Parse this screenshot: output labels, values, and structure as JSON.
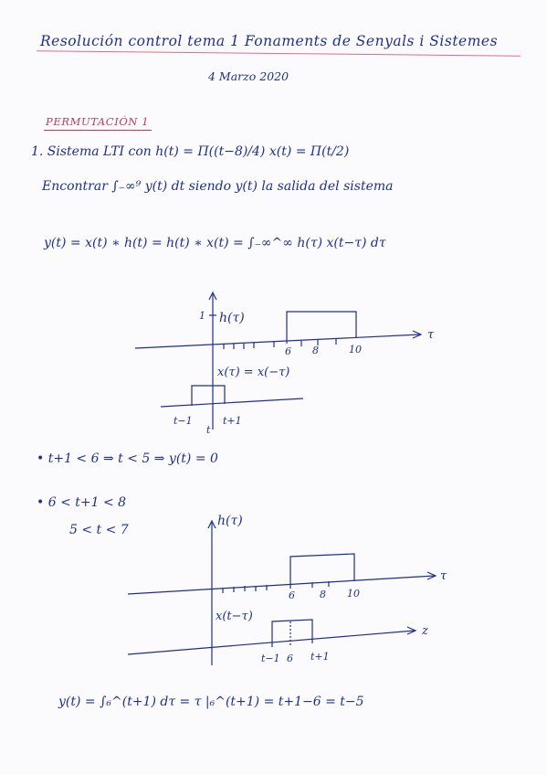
{
  "title": "Resolución control tema 1   Fonaments de Senyals i Sistemes",
  "date": "4 Marzo 2020",
  "section": "PERMUTACIÓN 1",
  "problem_line": "1. Sistema LTI con h(t) = Π((t−8)/4)   x(t) = Π(t/2)",
  "task_line": "Encontrar ∫₋∞⁹ y(t) dt  siendo y(t) la salida del sistema",
  "convolution_line": "y(t) = x(t) ∗ h(t) = h(t) ∗ x(t) = ∫₋∞^∞ h(τ) x(t−τ) dτ",
  "figure1": {
    "h_label": "h(τ)",
    "amp_label": "1",
    "ticks": [
      "6",
      "8",
      "10"
    ],
    "axis_var": "τ",
    "x_label": "x(τ) = x(−τ)",
    "x_ticks": [
      "t−1",
      "t",
      "t+1"
    ]
  },
  "case1": "• t+1 < 6  ⇒  t < 5  ⇒  y(t) = 0",
  "case2_condition": "• 6 < t+1 < 8",
  "case2_range": "5 < t < 7",
  "figure2": {
    "h_label": "h(τ)",
    "ticks": [
      "6",
      "8",
      "10"
    ],
    "axis_var": "τ",
    "x_label": "x(t−τ)",
    "x_ticks": [
      "t−1",
      "6",
      "t+1"
    ],
    "axis_var2": "z"
  },
  "final_line": "y(t) = ∫₆^(t+1) dτ = τ |₆^(t+1) = t+1−6 = t−5"
}
